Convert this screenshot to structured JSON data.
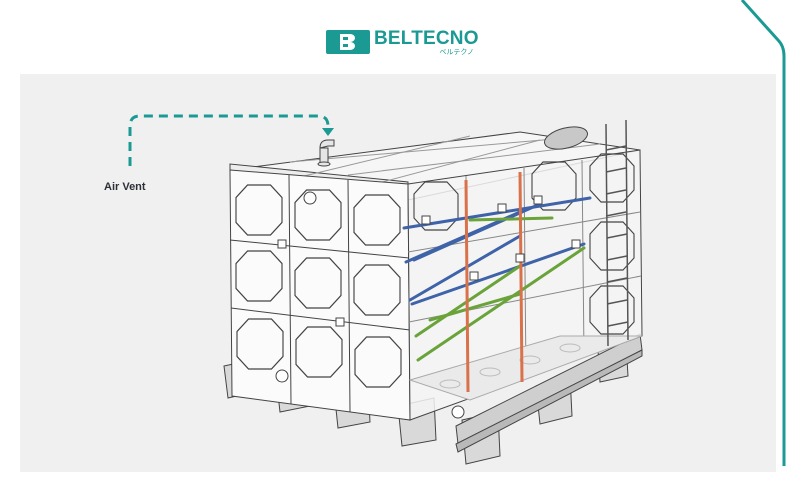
{
  "brand": {
    "name": "BELTECNO",
    "subtitle": "ベルテクノ",
    "accent_color": "#1a9a93"
  },
  "callouts": [
    {
      "label": "Air Vent",
      "icon": "air-vent-pipe"
    }
  ],
  "colors": {
    "panel_bg": "#f0f0f0",
    "tank_fill": "#fbfbfb",
    "outline": "#3b3b3b",
    "stay_blue": "#3f63a8",
    "stay_green": "#6aa33a",
    "post_orange": "#d9714a",
    "callout_line": "#1a9a93"
  }
}
